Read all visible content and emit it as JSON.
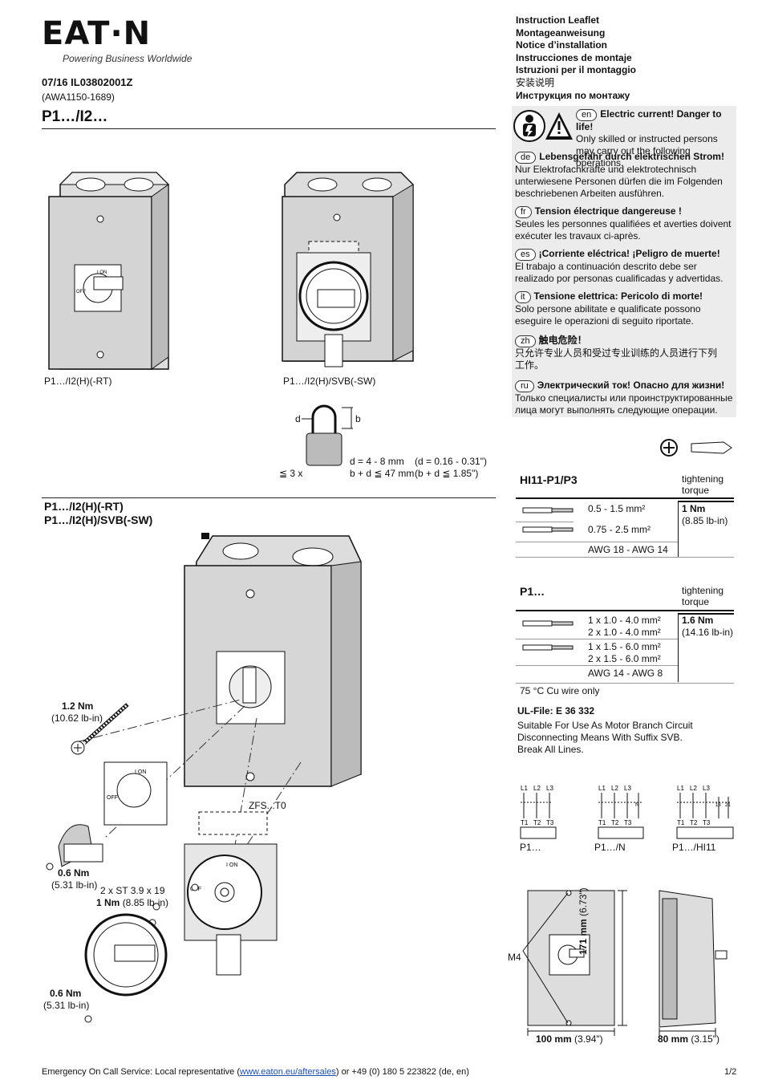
{
  "header": {
    "logo": "EAT·N",
    "tagline": "Powering Business Worldwide",
    "doc_number": "07/16 IL03802001Z",
    "doc_ref": "(AWA1150-1689)",
    "title": "P1…/I2…",
    "leaflet_titles": [
      "Instruction Leaflet",
      "Montageanweisung",
      "Notice d’installation",
      "Instrucciones de montaje",
      "Istruzioni per il montaggio",
      "安装说明",
      "Инструкция по монтажу"
    ]
  },
  "warnings": [
    {
      "lang": "en",
      "title": "Electric current! Danger to life!",
      "text": "Only skilled or instructed persons may carry out the following operations."
    },
    {
      "lang": "de",
      "title": "Lebensgefahr durch elektrischen Strom!",
      "text": "Nur Elektrofachkräfte und elektrotechnisch unterwiesene Personen dürfen die im Folgenden beschriebenen Arbeiten ausführen."
    },
    {
      "lang": "fr",
      "title": "Tension électrique dangereuse !",
      "text": "Seules les personnes qualifiées et averties doivent exécuter les travaux ci-après."
    },
    {
      "lang": "es",
      "title": "¡Corriente eléctrica! ¡Peligro de muerte!",
      "text": "El trabajo a continuación descrito debe ser realizado por personas cualificadas y advertidas."
    },
    {
      "lang": "it",
      "title": "Tensione elettrica: Pericolo di morte!",
      "text": "Solo persone abilitate e qualificate possono eseguire le operazioni di seguito riportate."
    },
    {
      "lang": "zh",
      "title": "触电危险！",
      "text": "只允许专业人员和受过专业训练的人员进行下列工作。"
    },
    {
      "lang": "ru",
      "title": "Электрический ток! Опасно для жизни!",
      "text": "Только специалисты или проинструктированные лица могут выполнять следующие операции."
    }
  ],
  "figures": {
    "fig1_caption": "P1…/I2(H)(-RT)",
    "fig2_caption": "P1…/I2(H)/SVB(-SW)",
    "padlock": {
      "d": "d",
      "b": "b",
      "qty": "≦ 3 x",
      "dim1": "d = 4 - 8 mm",
      "dim2": "b + d ≦ 47 mm",
      "dim1_in": "(d = 0.16 - 0.31\")",
      "dim2_in": "(b + d ≦ 1.85\")"
    },
    "assembly_title1": "P1…/I2(H)(-RT)",
    "assembly_title2": "P1…/I2(H)/SVB(-SW)",
    "torque1": "1.2 Nm",
    "torque1_in": "(10.62 lb-in)",
    "torque2": "0.6 Nm",
    "torque2_in": "(5.31 lb-in)",
    "screws": "2 x ST 3.9 x 19",
    "torque3": "1 Nm",
    "torque3_in": "(8.85 lb-in)",
    "torque4": "0.6 Nm",
    "torque4_in": "(5.31 lb-in)",
    "zfs": "ZFS...T0",
    "on": "ON",
    "off": "OFF",
    "on_mark": "I"
  },
  "table1": {
    "title": "HI11-P1/P3",
    "torque_label": "tightening torque",
    "rows": [
      "0.5 - 1.5 mm²",
      "0.75 - 2.5 mm²",
      "AWG 18 - AWG 14"
    ],
    "torque": "1 Nm",
    "torque_in": "(8.85 lb-in)"
  },
  "table2": {
    "title": "P1…",
    "torque_label": "tightening torque",
    "rows": [
      "1 x 1.0 - 4.0 mm²",
      "2 x 1.0 - 4.0 mm²",
      "1 x 1.5 - 6.0 mm²",
      "2 x 1.5 - 6.0 mm²",
      "AWG 14 - AWG 8"
    ],
    "torque": "1.6 Nm",
    "torque_in": "(14.16 lb-in)"
  },
  "ul": {
    "wire": "75 °C Cu wire only",
    "file": "UL-File: E 36 332",
    "text1": "Suitable For Use As Motor Branch Circuit",
    "text2": "Disconnecting Means With Suffix SVB.",
    "text3": "Break All Lines."
  },
  "circuits": [
    {
      "caption": "P1…",
      "terms": [
        "L1",
        "L2",
        "L3"
      ],
      "bottom": [
        "T1",
        "T2",
        "T3"
      ],
      "extra": []
    },
    {
      "caption": "P1…/N",
      "terms": [
        "L1",
        "L2",
        "L3"
      ],
      "bottom": [
        "T1",
        "T2",
        "T3"
      ],
      "extra": [
        "N"
      ]
    },
    {
      "caption": "P1…/HI11",
      "terms": [
        "L1",
        "L2",
        "L3"
      ],
      "bottom": [
        "T1",
        "T2",
        "T3"
      ],
      "extra": [
        "13",
        "21"
      ]
    }
  ],
  "dimensions": {
    "height": "171 mm",
    "height_in": "(6.73\")",
    "width": "100 mm",
    "width_in": "(3.94\")",
    "depth": "80 mm",
    "depth_in": "(3.15\")",
    "mount": "M4"
  },
  "footer": {
    "text_before": "Emergency On Call Service: Local representative (",
    "link": "www.eaton.eu/aftersales",
    "text_after": ") or +49 (0) 180 5 223822 (de, en)",
    "page": "1/2"
  }
}
